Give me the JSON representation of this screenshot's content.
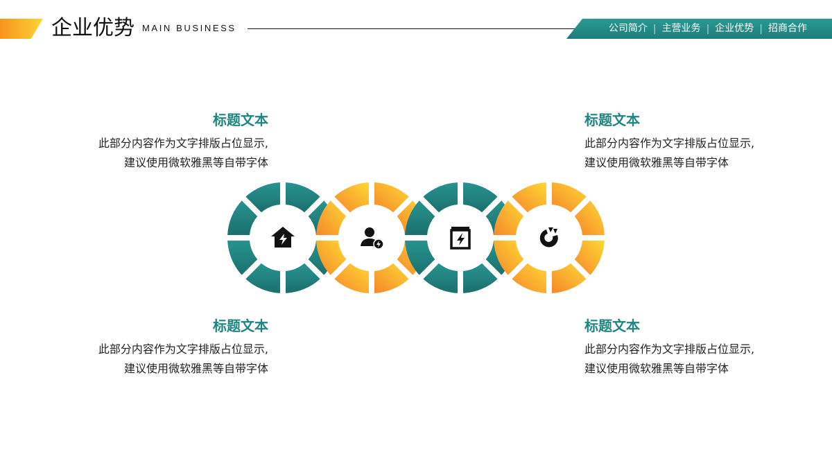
{
  "header": {
    "title": "企业优势",
    "subtitle": "MAIN BUSINESS",
    "accent_color": "#fbb52a"
  },
  "nav": {
    "items": [
      {
        "label": "公司简介"
      },
      {
        "label": "主营业务"
      },
      {
        "label": "企业优势"
      },
      {
        "label": "招商合作"
      }
    ],
    "separator": "|",
    "bg_color": "#208a85"
  },
  "blocks": [
    {
      "position": "top-left",
      "title": "标题文本",
      "line1": "此部分内容作为文字排版占位显示,",
      "line2": "建议使用微软雅黑等自带字体"
    },
    {
      "position": "top-right",
      "title": "标题文本",
      "line1": "此部分内容作为文字排版占位显示,",
      "line2": "建议使用微软雅黑等自带字体"
    },
    {
      "position": "bottom-left",
      "title": "标题文本",
      "line1": "此部分内容作为文字排版占位显示,",
      "line2": "建议使用微软雅黑等自带字体"
    },
    {
      "position": "bottom-right",
      "title": "标题文本",
      "line1": "此部分内容作为文字排版占位显示,",
      "line2": "建议使用微软雅黑等自带字体"
    }
  ],
  "rings": [
    {
      "color": "teal",
      "icon": "home-power-icon"
    },
    {
      "color": "orange",
      "icon": "user-power-icon"
    },
    {
      "color": "teal",
      "icon": "battery-power-icon"
    },
    {
      "color": "orange",
      "icon": "power-refresh-icon"
    }
  ],
  "colors": {
    "teal_light": "#27948f",
    "teal_dark": "#1b6f6e",
    "orange_light": "#fdd835",
    "orange_dark": "#f7872a",
    "title_teal": "#1f8580"
  }
}
